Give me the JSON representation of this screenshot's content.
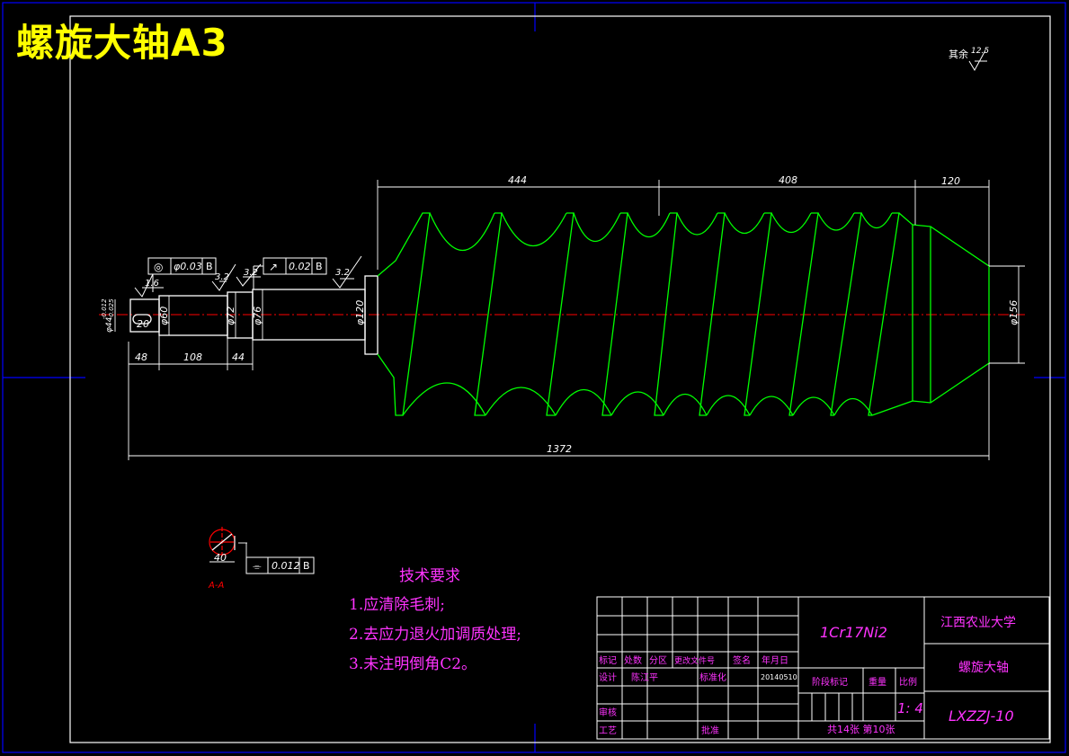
{
  "title": "螺旋大轴A3",
  "roughness_note": {
    "label": "其余",
    "value": "12.5"
  },
  "dimensions": {
    "d444": "444",
    "d408": "408",
    "d120": "120",
    "d48": "48",
    "d108": "108",
    "d44": "44",
    "d1372": "1372",
    "d20": "20",
    "d40": "40",
    "dia60": "φ60",
    "dia72": "φ72",
    "dia76": "φ76",
    "dia120": "φ120",
    "dia156": "φ156",
    "dia44": "φ44",
    "tol_upper": "-0.012",
    "tol_lower": "-0.025"
  },
  "tolerance_frames": [
    {
      "symbol": "◎",
      "value": "φ0.03",
      "datum": "B"
    },
    {
      "symbol": "↗",
      "value": "0.02",
      "datum": "B"
    },
    {
      "symbol": "⌯",
      "value": "0.012",
      "datum": "B"
    }
  ],
  "roughness": {
    "r1": "1.6",
    "r2": "3.2",
    "r3": "3.2",
    "r4": "3.2"
  },
  "section_label": "A-A",
  "tech_requirements": {
    "heading": "技术要求",
    "items": [
      "1.应清除毛刺;",
      "2.去应力退火加调质处理;",
      "3.未注明倒角C2。"
    ]
  },
  "title_block": {
    "material": "1Cr17Ni2",
    "school": "江西农业大学",
    "part_name": "螺旋大轴",
    "drawing_no": "LXZZJ-10",
    "scale": "1: 4",
    "sheets": "共14张  第10张",
    "labels": {
      "mark": "标记",
      "count": "处数",
      "zone": "分区",
      "doc_no": "更改文件号",
      "sign": "签名",
      "date": "年月日",
      "design": "设计",
      "designer": "陈江平",
      "standard": "标准化",
      "design_date": "20140510",
      "stage": "阶段标记",
      "weight": "重量",
      "ratio": "比例",
      "review": "审核",
      "process": "工艺",
      "approve": "批准"
    }
  },
  "colors": {
    "frame": "#0000ff",
    "outline": "#ffffff",
    "part": "#00ff00",
    "centerline": "#ff0000",
    "text_magenta": "#ff33ff",
    "title": "#ffff00"
  }
}
